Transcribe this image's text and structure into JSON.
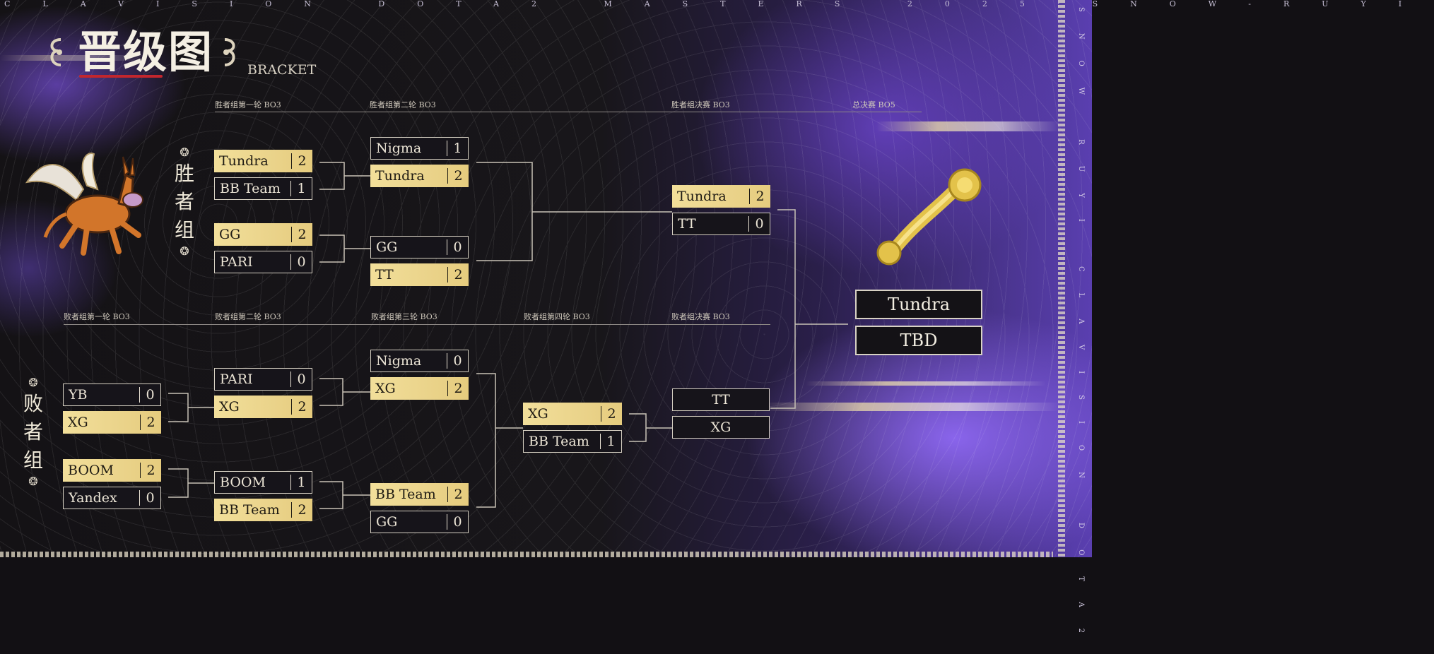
{
  "header": {
    "event_strip": "CLAVISION DOTA2 MASTERS 2025:SNOW-RUYI",
    "title": "晋级图",
    "subtitle": "BRACKET",
    "scroll_left": "𝟃",
    "scroll_right": "𝟃"
  },
  "side_strip": {
    "text": "SNOW RUYI CLAVISION DOTA2"
  },
  "groups": {
    "upper": {
      "label_chars": [
        "胜",
        "者",
        "组"
      ]
    },
    "lower": {
      "label_chars": [
        "败",
        "者",
        "组"
      ]
    }
  },
  "rounds": {
    "ub_r1": "胜者组第一轮 BO3",
    "ub_r2": "胜者组第二轮 BO3",
    "ub_final": "胜者组决赛 BO3",
    "grand_final": "总决赛 BO5",
    "lb_r1": "败者组第一轮 BO3",
    "lb_r2": "败者组第二轮 BO3",
    "lb_r3": "败者组第三轮 BO3",
    "lb_r4": "败者组第四轮 BO3",
    "lb_final": "败者组决赛 BO3"
  },
  "matches": {
    "ub1_m1": {
      "a": {
        "name": "Tundra",
        "score": "2"
      },
      "b": {
        "name": "BB Team",
        "score": "1"
      }
    },
    "ub1_m2": {
      "a": {
        "name": "GG",
        "score": "2"
      },
      "b": {
        "name": "PARI",
        "score": "0"
      }
    },
    "ub2_m1": {
      "a": {
        "name": "Nigma",
        "score": "1"
      },
      "b": {
        "name": "Tundra",
        "score": "2"
      }
    },
    "ub2_m2": {
      "a": {
        "name": "GG",
        "score": "0"
      },
      "b": {
        "name": "TT",
        "score": "2"
      }
    },
    "ubf": {
      "a": {
        "name": "Tundra",
        "score": "2"
      },
      "b": {
        "name": "TT",
        "score": "0"
      }
    },
    "lb1_m1": {
      "a": {
        "name": "YB",
        "score": "0"
      },
      "b": {
        "name": "XG",
        "score": "2"
      }
    },
    "lb1_m2": {
      "a": {
        "name": "BOOM",
        "score": "2"
      },
      "b": {
        "name": "Yandex",
        "score": "0"
      }
    },
    "lb2_m1": {
      "a": {
        "name": "PARI",
        "score": "0"
      },
      "b": {
        "name": "XG",
        "score": "2"
      }
    },
    "lb2_m2": {
      "a": {
        "name": "BOOM",
        "score": "1"
      },
      "b": {
        "name": "BB Team",
        "score": "2"
      }
    },
    "lb3_m1": {
      "a": {
        "name": "Nigma",
        "score": "0"
      },
      "b": {
        "name": "XG",
        "score": "2"
      }
    },
    "lb3_m2": {
      "a": {
        "name": "BB Team",
        "score": "2"
      },
      "b": {
        "name": "GG",
        "score": "0"
      }
    },
    "lb4": {
      "a": {
        "name": "XG",
        "score": "2"
      },
      "b": {
        "name": "BB Team",
        "score": "1"
      }
    },
    "lbf": {
      "a": {
        "name": "TT"
      },
      "b": {
        "name": "XG"
      }
    },
    "gf": {
      "a": {
        "name": "Tundra"
      },
      "b": {
        "name": "TBD"
      }
    }
  },
  "colors": {
    "winner_fill": "#ead38a",
    "loser_fill": "#16141a",
    "accent_red": "#c2262d",
    "purple": "#6a4ad0"
  },
  "icons": {
    "mascot": "winged-donkey-icon",
    "trophy": "ruyi-scepter-icon",
    "ornament": "cloud-ornament-icon"
  }
}
